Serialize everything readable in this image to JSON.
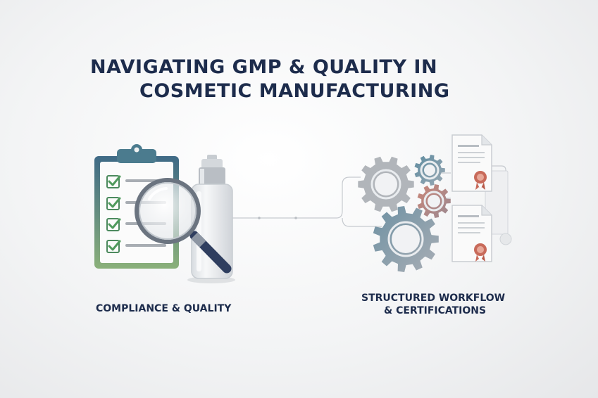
{
  "title": {
    "line1": "NAVIGATING GMP & QUALITY IN",
    "line2": "COSMETIC MANUFACTURING"
  },
  "left_panel": {
    "caption": "COMPLIANCE & QUALITY",
    "icons": [
      "clipboard-checklist-icon",
      "magnifying-glass-icon",
      "pump-bottle-icon"
    ]
  },
  "right_panel": {
    "caption_line1": "STRUCTURED WORKFLOW",
    "caption_line2": "& CERTIFICATIONS",
    "icons": [
      "gears-icon",
      "certificate-document-icon"
    ]
  },
  "colors": {
    "title": "#1d2c4c",
    "check_green": "#5a9a5a",
    "gear_gray": "#a9adb2",
    "gear_teal": "#6f8ea0",
    "gear_rust": "#c17a6e",
    "seal_red": "#c86a5a"
  }
}
